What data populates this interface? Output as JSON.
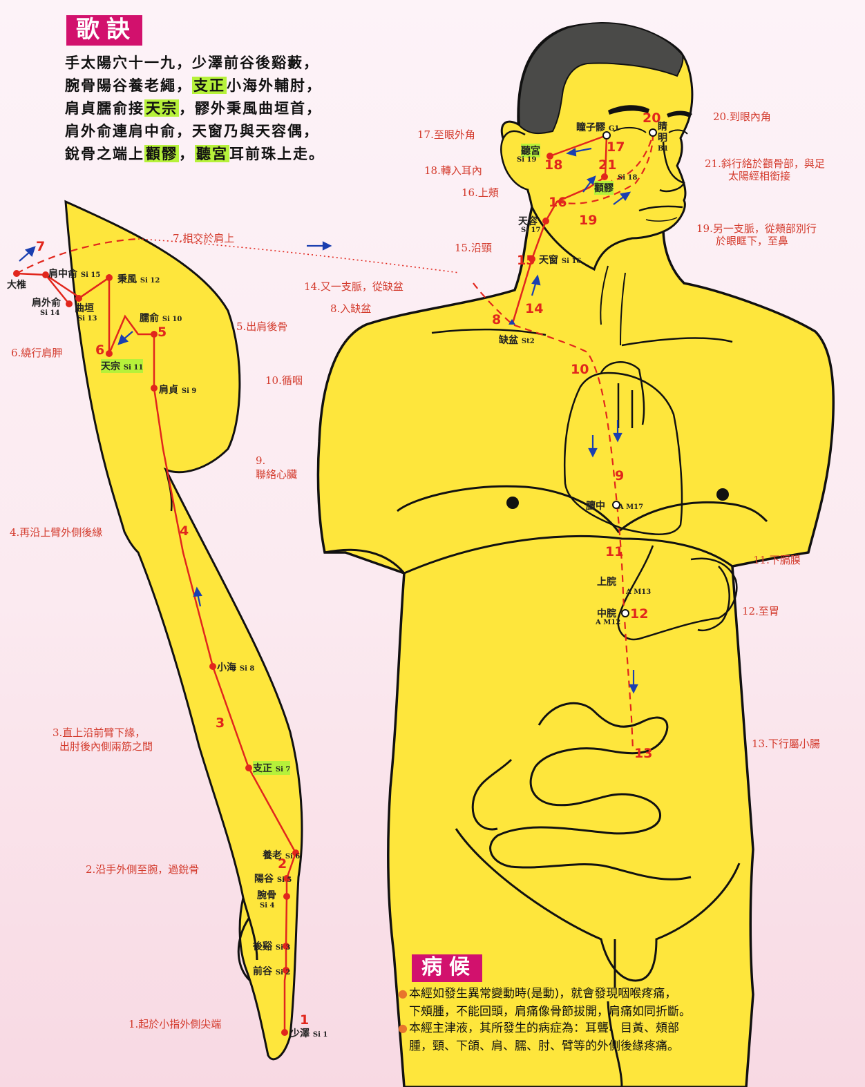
{
  "verse": {
    "title": "歌訣",
    "lines": [
      [
        {
          "t": "手太陽穴十一九，少澤前谷後谿藪，"
        }
      ],
      [
        {
          "t": "腕骨陽谷養老繩，"
        },
        {
          "t": "支正",
          "hl": true
        },
        {
          "t": "小海外輔肘，"
        }
      ],
      [
        {
          "t": "肩貞臑俞接"
        },
        {
          "t": "天宗",
          "hl": true
        },
        {
          "t": "，髎外秉風曲垣首，"
        }
      ],
      [
        {
          "t": "肩外俞連肩中俞，天窗乃與天容偶，"
        }
      ],
      [
        {
          "t": "銳骨之端上"
        },
        {
          "t": "顴髎",
          "hl": true
        },
        {
          "t": "，"
        },
        {
          "t": "聽宮",
          "hl": true
        },
        {
          "t": "耳前珠上走。"
        }
      ]
    ]
  },
  "notes": {
    "n1": "1.起於小指外側尖端",
    "n2": "2.沿手外側至腕，過銳骨",
    "n3a": "3.直上沿前臂下緣，",
    "n3b": "出肘後內側兩筋之間",
    "n4": "4.再沿上臂外側後緣",
    "n5": "5.出肩後骨",
    "n6": "6.繞行肩胛",
    "n7": "7.相交於肩上",
    "n8": "8.入缺盆",
    "n9a": "9.",
    "n9b": "聯絡心臟",
    "n10": "10.循咽",
    "n11": "11.下膈膜",
    "n12": "12.至胃",
    "n13": "13.下行屬小腸",
    "n14": "14.又一支脈，從缺盆",
    "n15": "15.沿頸",
    "n16": "16.上頰",
    "n17": "17.至眼外角",
    "n18": "18.轉入耳內",
    "n19a": "19.另一支脈，從頰部別行",
    "n19b": "於眼眶下，至鼻",
    "n20": "20.到眼內角",
    "n21a": "21.斜行絡於顴骨部，與足",
    "n21b": "太陽經相銜接"
  },
  "points": {
    "si1": {
      "name": "少澤",
      "code": "Si 1"
    },
    "si2": {
      "name": "前谷",
      "code": "Si 2"
    },
    "si3": {
      "name": "後谿",
      "code": "Si 3"
    },
    "si4": {
      "name": "腕骨",
      "code": "Si 4"
    },
    "si5": {
      "name": "陽谷",
      "code": "Si 5"
    },
    "si6": {
      "name": "養老",
      "code": "Si 6"
    },
    "si7": {
      "name": "支正",
      "code": "Si 7"
    },
    "si8": {
      "name": "小海",
      "code": "Si 8"
    },
    "si9": {
      "name": "肩貞",
      "code": "Si 9"
    },
    "si10": {
      "name": "臑俞",
      "code": "Si 10"
    },
    "si11": {
      "name": "天宗",
      "code": "Si 11"
    },
    "si12": {
      "name": "秉風",
      "code": "Si 12"
    },
    "si13": {
      "name": "曲垣",
      "code": "Si 13"
    },
    "si14": {
      "name": "肩外俞",
      "code": "Si 14"
    },
    "si15": {
      "name": "肩中俞",
      "code": "Si 15"
    },
    "si16": {
      "name": "天窗",
      "code": "Si 16"
    },
    "si17": {
      "name": "天容",
      "code": "Si 17"
    },
    "si18": {
      "name": "顴髎",
      "code": "Si 18"
    },
    "si19": {
      "name": "聽宮",
      "code": "Si 19"
    },
    "dazhui": {
      "name": "大椎"
    },
    "quepen": {
      "name": "缺盆",
      "code": "St2"
    },
    "tongziliao": {
      "name": "瞳子髎",
      "code": "G1"
    },
    "jingming": {
      "name": "睛明",
      "code": "B1"
    },
    "danzhong": {
      "name": "膻中",
      "code": "A M17"
    },
    "shangwan": {
      "name": "上脘",
      "code": "A M13"
    },
    "zhongwan": {
      "name": "中脘",
      "code": "A M12"
    }
  },
  "step_numbers": [
    "1",
    "2",
    "3",
    "4",
    "5",
    "6",
    "7",
    "8",
    "9",
    "10",
    "11",
    "12",
    "13",
    "14",
    "15",
    "16",
    "17",
    "18",
    "19",
    "20",
    "21"
  ],
  "symptoms": {
    "title": "病候",
    "line1": "本經如發生異常變動時(是動)，就會發現咽喉疼痛，",
    "line2": "下頰腫，不能回頭，肩痛像骨節拔開，肩痛如同折斷。",
    "line3": "本經主津液，其所發生的病症為：耳聾、目黃、頰部",
    "line4": "腫，頸、下頜、肩、臑、肘、臂等的外側後緣疼痛。"
  },
  "colors": {
    "skin": "#fee63c",
    "meridian": "#e1261c",
    "arrow": "#1a3fb0",
    "header": "#d2116d",
    "highlight": "#b6f13a",
    "note": "#d33a2c",
    "hair": "#4a4a48"
  }
}
